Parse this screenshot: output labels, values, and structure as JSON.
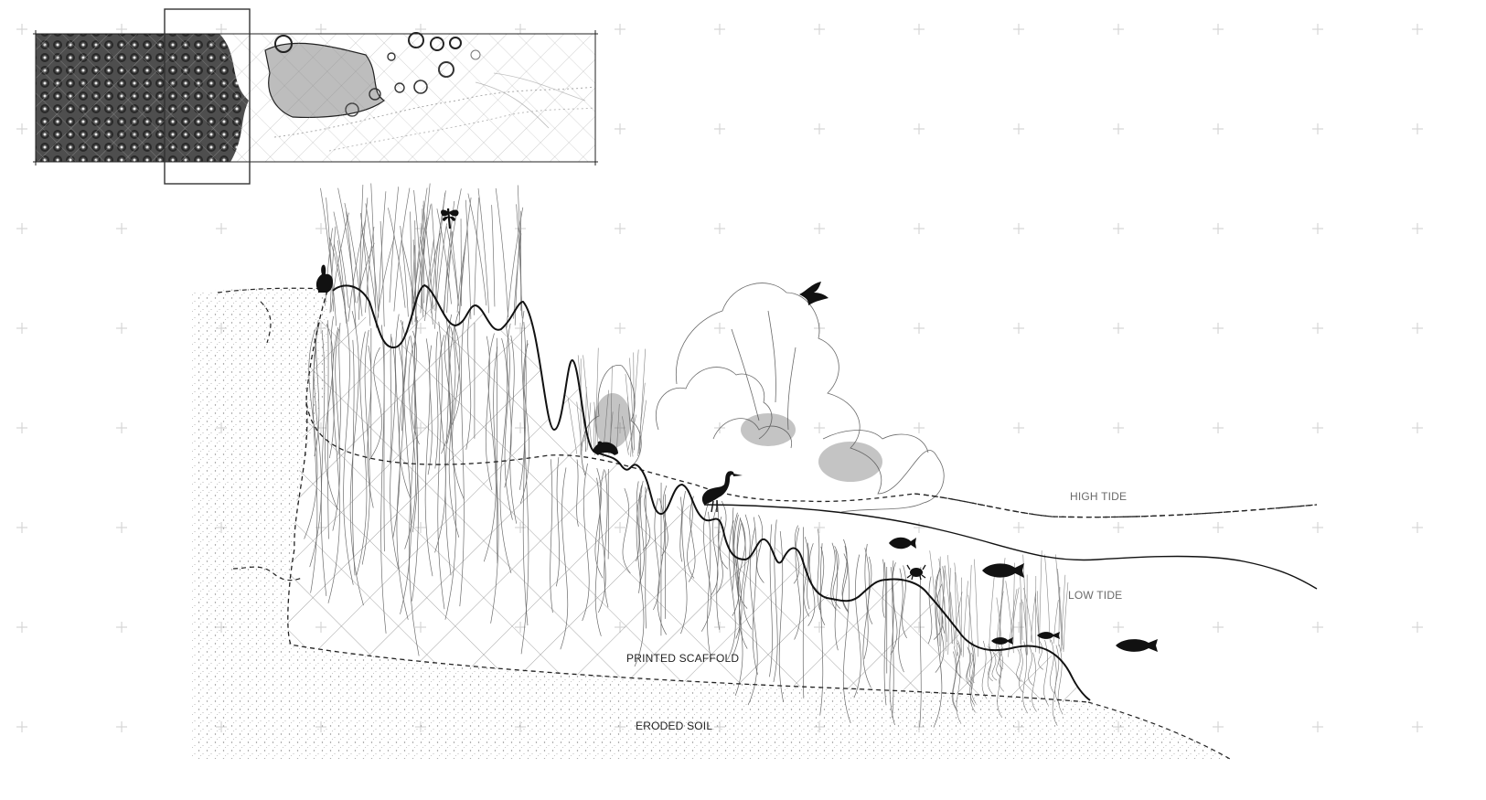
{
  "labels": {
    "high_tide": "HIGH TIDE",
    "low_tide": "LOW TIDE",
    "printed_scaffold": "PRINTED SCAFFOLD",
    "eroded_soil": "ERODED SOIL"
  },
  "icons": [
    "rabbit-icon",
    "dragonfly-icon",
    "bird-icon",
    "frog-icon",
    "heron-icon",
    "fish-icon",
    "crab-icon"
  ],
  "colors": {
    "ink": "#111111",
    "mesh": "#8a8a8a",
    "vegetation": "#555555",
    "label": "#6a6a6a",
    "grid_plus": "#d6d6d6"
  }
}
